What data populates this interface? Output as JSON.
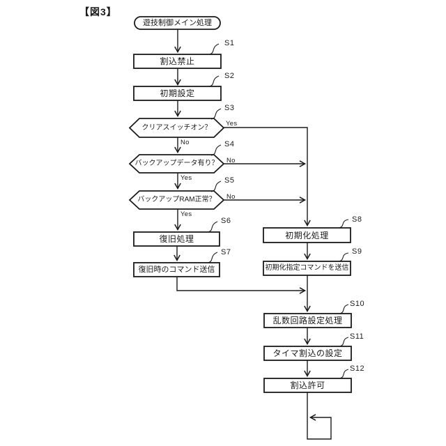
{
  "figure_label": "【図3】",
  "flowchart": {
    "start_label": "遊技制御メイン処理",
    "steps": [
      {
        "id": "S1",
        "label": "割込禁止",
        "type": "process"
      },
      {
        "id": "S2",
        "label": "初期設定",
        "type": "process"
      },
      {
        "id": "S3",
        "label": "クリアスイッチオン？",
        "type": "decision"
      },
      {
        "id": "S4",
        "label": "バックアップデータ有り？",
        "type": "decision"
      },
      {
        "id": "S5",
        "label": "バックアップRAM正常？",
        "type": "decision"
      },
      {
        "id": "S6",
        "label": "復旧処理",
        "type": "process"
      },
      {
        "id": "S7",
        "label": "復旧時のコマンド送信",
        "type": "process"
      },
      {
        "id": "S8",
        "label": "初期化処理",
        "type": "process"
      },
      {
        "id": "S9",
        "label": "初期化指定コマンドを送信",
        "type": "process"
      },
      {
        "id": "S10",
        "label": "乱数回路設定処理",
        "type": "process"
      },
      {
        "id": "S11",
        "label": "タイマ割込の設定",
        "type": "process"
      },
      {
        "id": "S12",
        "label": "割込許可",
        "type": "process"
      }
    ],
    "branches": {
      "s3_right": "Yes",
      "s3_down": "No",
      "s4_right": "No",
      "s4_down": "Yes",
      "s5_right": "No",
      "s5_down": "Yes"
    }
  },
  "colors": {
    "ink": "#1a1a1a",
    "paper": "#ffffff"
  }
}
